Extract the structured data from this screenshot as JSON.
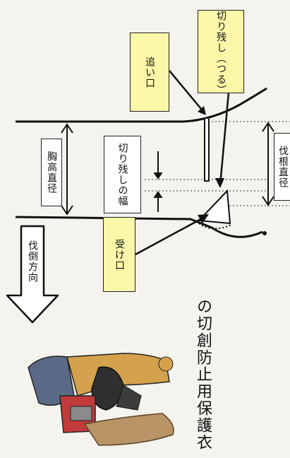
{
  "labels": {
    "felling_direction": "伐倒方向",
    "dbh": "胸高直径",
    "stump_diameter": "伐根直径",
    "hinge_width": "切り残しの幅",
    "back_cut": "追い口",
    "hinge": "切り残し（つる）",
    "face_cut": "受け口",
    "protective_wear": "の切創防止用保護衣"
  },
  "colors": {
    "background": "#f4f3ee",
    "label_yellow": "#fbf7a9",
    "label_white": "#ffffff",
    "line": "#111111"
  }
}
